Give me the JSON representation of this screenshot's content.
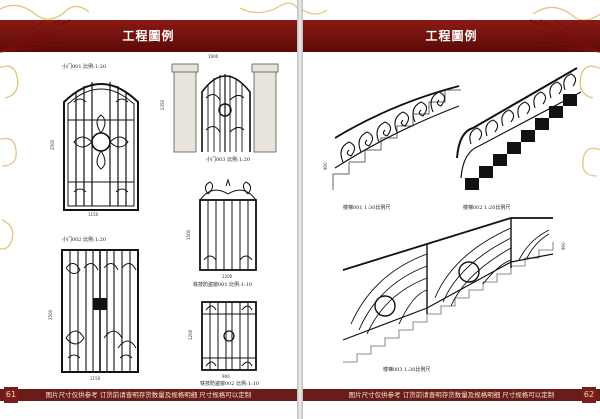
{
  "left_page": {
    "header_title": "工程圖例",
    "page_number": "61",
    "footer_note": "图片尺寸仅供参考  订货前请查明存货数量及规格明细  尺寸规格可以定制",
    "items": [
      {
        "caption_code": "小门001",
        "caption_scale": "比例:1:20",
        "dim_width": "1150",
        "dim_height": "2500"
      },
      {
        "caption_code": "小门002",
        "caption_scale": "比例:1:20",
        "dim_width": "1150",
        "dim_height": "2500"
      },
      {
        "caption_code": "小门003",
        "caption_scale": "比例:1:20",
        "dim_width": "1900",
        "dim_height": "2350"
      },
      {
        "caption_code": "铁技防盗窗001",
        "caption_scale": "比例:1:10",
        "dim_width": "1200",
        "dim_height": "1500"
      },
      {
        "caption_code": "铁技防盗窗002",
        "caption_scale": "比例:1:10",
        "dim_width": "900",
        "dim_height": "1200"
      }
    ]
  },
  "right_page": {
    "header_title": "工程圖例",
    "page_number": "62",
    "footer_note": "图片尺寸仅供参考  订货前请查明存货数量及规格明细  尺寸规格可以定制",
    "items": [
      {
        "caption_code": "楼梯001",
        "caption_scale": "1:30比例尺",
        "dim_height": "900"
      },
      {
        "caption_code": "楼梯002",
        "caption_scale": "1:20比例尺"
      },
      {
        "caption_code": "楼梯003",
        "caption_scale": "1:30比例尺",
        "dim_height": "900"
      }
    ]
  },
  "colors": {
    "banner": "#6e1411",
    "footer": "#6a1c1a",
    "accent_gold": "#c9a24a"
  }
}
